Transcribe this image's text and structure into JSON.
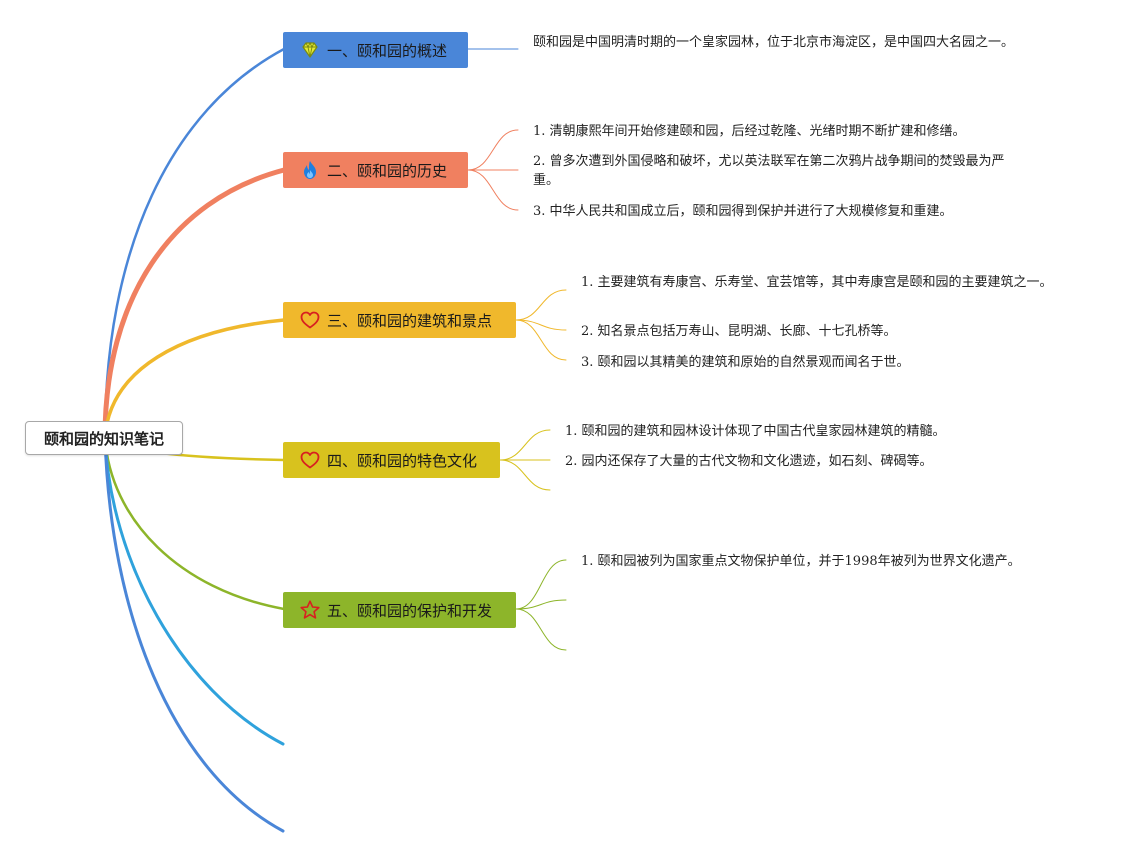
{
  "root": {
    "label": "颐和园的知识笔记"
  },
  "branches": [
    {
      "label": "一、颐和园的概述",
      "icon": "diamond-icon",
      "color": "#4a86d8",
      "leaves": [
        "颐和园是中国明清时期的一个皇家园林，位于北京市海淀区，是中国四大名园之一。"
      ]
    },
    {
      "label": "二、颐和园的历史",
      "icon": "flame-icon",
      "color": "#f08060",
      "leaves": [
        "1. 清朝康熙年间开始修建颐和园，后经过乾隆、光绪时期不断扩建和修缮。",
        "2. 曾多次遭到外国侵略和破坏，尤以英法联军在第二次鸦片战争期间的焚毁最为严重。",
        "3. 中华人民共和国成立后，颐和园得到保护并进行了大规模修复和重建。"
      ]
    },
    {
      "label": "三、颐和园的建筑和景点",
      "icon": "heart-icon",
      "color": "#f0b82c",
      "leaves": [
        "1. 主要建筑有寿康宫、乐寿堂、宜芸馆等，其中寿康宫是颐和园的主要建筑之一。",
        "2. 知名景点包括万寿山、昆明湖、长廊、十七孔桥等。",
        "3. 颐和园以其精美的建筑和原始的自然景观而闻名于世。"
      ]
    },
    {
      "label": "四、颐和园的特色文化",
      "icon": "heart-icon",
      "color": "#d8c21e",
      "leaves": [
        "1. 颐和园的建筑和园林设计体现了中国古代皇家园林建筑的精髓。",
        "2. 园内还保存了大量的古代文物和文化遗迹，如石刻、碑碣等。",
        ""
      ]
    },
    {
      "label": "五、颐和园的保护和开发",
      "icon": "star-icon",
      "color": "#8db52a",
      "leaves": [
        "1. 颐和园被列为国家重点文物保护单位，并于1998年被列为世界文化遗产。",
        "",
        ""
      ]
    }
  ],
  "extra_branch_colors": [
    "#2fa2dc",
    "#4a86d8"
  ]
}
